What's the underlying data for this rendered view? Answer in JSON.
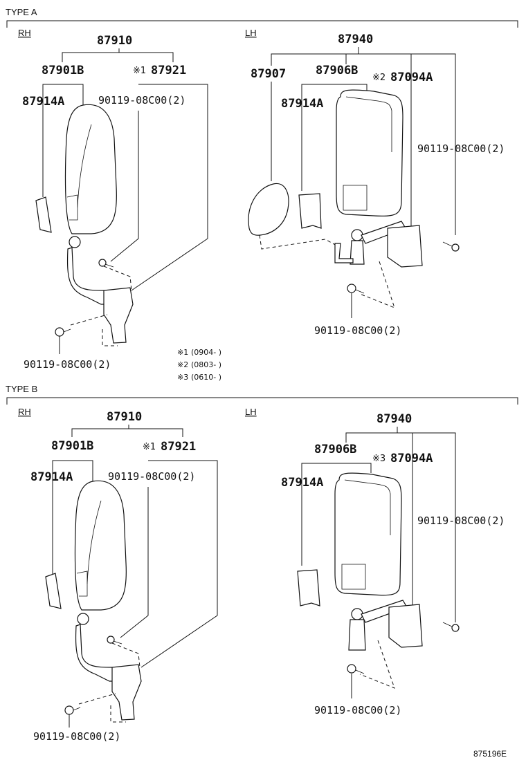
{
  "sections": [
    {
      "title": "TYPE A",
      "rh": {
        "side": "RH",
        "assembly": "87910",
        "mirror": "87901B",
        "cover": "87914A",
        "mark": "※1",
        "bracket": "87921",
        "screw_top": "90119-08C00(2)",
        "screw_bottom": "90119-08C00(2)"
      },
      "lh": {
        "side": "LH",
        "assembly": "87940",
        "sub_mirror": "87907",
        "mirror": "87906B",
        "cover": "87914A",
        "mark": "※2",
        "bracket": "87094A",
        "screw_right": "90119-08C00(2)",
        "screw_bottom": "90119-08C00(2)"
      },
      "notes": [
        {
          "mark": "※1",
          "text": "(0904-       )"
        },
        {
          "mark": "※2",
          "text": "(0803-       )"
        },
        {
          "mark": "※3",
          "text": "(0610-       )"
        }
      ]
    },
    {
      "title": "TYPE B",
      "rh": {
        "side": "RH",
        "assembly": "87910",
        "mirror": "87901B",
        "cover": "87914A",
        "mark": "※1",
        "bracket": "87921",
        "screw_top": "90119-08C00(2)",
        "screw_bottom": "90119-08C00(2)"
      },
      "lh": {
        "side": "LH",
        "assembly": "87940",
        "mirror": "87906B",
        "cover": "87914A",
        "mark": "※3",
        "bracket": "87094A",
        "screw_right": "90119-08C00(2)",
        "screw_bottom": "90119-08C00(2)"
      }
    }
  ],
  "diagram_id": "875196E"
}
